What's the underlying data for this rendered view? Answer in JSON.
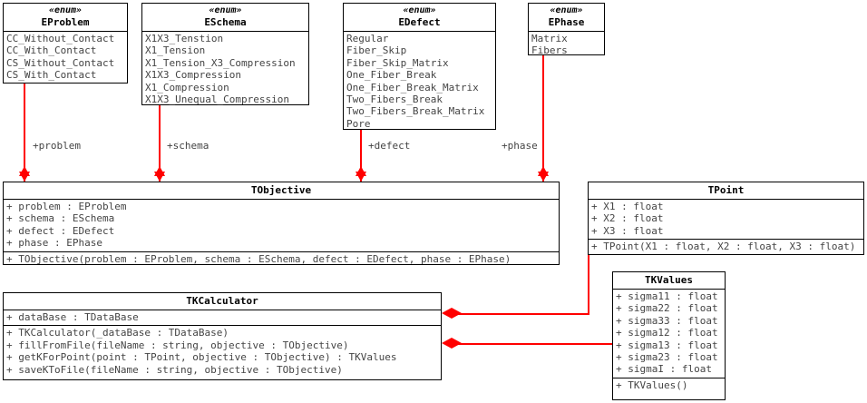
{
  "diagram": {
    "kind": "uml-class-diagram",
    "accent_color": "#ff0000",
    "line_color": "#000000",
    "text_color": "#444444",
    "background": "#ffffff"
  },
  "classes": {
    "eproblem": {
      "stereotype": "«enum»",
      "name": "EProblem",
      "values": [
        "CC_Without_Contact",
        "CC_With_Contact",
        "CS_Without_Contact",
        "CS_With_Contact"
      ]
    },
    "eschema": {
      "stereotype": "«enum»",
      "name": "ESchema",
      "values": [
        "X1X3_Tenstion",
        "X1_Tension",
        "X1_Tension_X3_Compression",
        "X1X3_Compression",
        "X1_Compression",
        "X1X3_Unequal_Compression"
      ]
    },
    "edefect": {
      "stereotype": "«enum»",
      "name": "EDefect",
      "values": [
        "Regular",
        "Fiber_Skip",
        "Fiber_Skip_Matrix",
        "One_Fiber_Break",
        "One_Fiber_Break_Matrix",
        "Two_Fibers_Break",
        "Two_Fibers_Break_Matrix",
        "Pore"
      ]
    },
    "ephase": {
      "stereotype": "«enum»",
      "name": "EPhase",
      "values": [
        "Matrix",
        "Fibers"
      ]
    },
    "tobjective": {
      "name": "TObjective",
      "attributes": [
        "+ problem : EProblem",
        "+ schema : ESchema",
        "+ defect : EDefect",
        "+ phase : EPhase"
      ],
      "operations": [
        "+ TObjective(problem : EProblem, schema : ESchema, defect : EDefect, phase : EPhase)"
      ]
    },
    "tkcalculator": {
      "name": "TKCalculator",
      "attributes": [
        "+ dataBase : TDataBase"
      ],
      "operations": [
        "+ TKCalculator(_dataBase : TDataBase)",
        "+ fillFromFile(fileName : string, objective : TObjective)",
        "+ getKForPoint(point : TPoint, objective : TObjective) : TKValues",
        "+ saveKToFile(fileName : string, objective : TObjective)"
      ]
    },
    "tpoint": {
      "name": "TPoint",
      "attributes": [
        "+ X1 : float",
        "+ X2 : float",
        "+ X3 : float"
      ],
      "operations": [
        "+ TPoint(X1 : float, X2 : float, X3 : float)"
      ]
    },
    "tkvalues": {
      "name": "TKValues",
      "attributes": [
        "+ sigma11 : float",
        "+ sigma22 : float",
        "+ sigma33 : float",
        "+ sigma12 : float",
        "+ sigma13 : float",
        "+ sigma23 : float",
        "+ sigmaI : float"
      ],
      "operations": [
        "+ TKValues()"
      ]
    }
  },
  "associations": {
    "problem": {
      "label": "+problem",
      "from": "EProblem",
      "to": "TObjective"
    },
    "schema": {
      "label": "+schema",
      "from": "ESchema",
      "to": "TObjective"
    },
    "defect": {
      "label": "+defect",
      "from": "EDefect",
      "to": "TObjective"
    },
    "phase": {
      "label": "+phase",
      "from": "EPhase",
      "to": "TObjective"
    },
    "point": {
      "label": "",
      "from": "TPoint",
      "to": "TKCalculator"
    },
    "kvalues": {
      "label": "",
      "from": "TKValues",
      "to": "TKCalculator"
    }
  }
}
